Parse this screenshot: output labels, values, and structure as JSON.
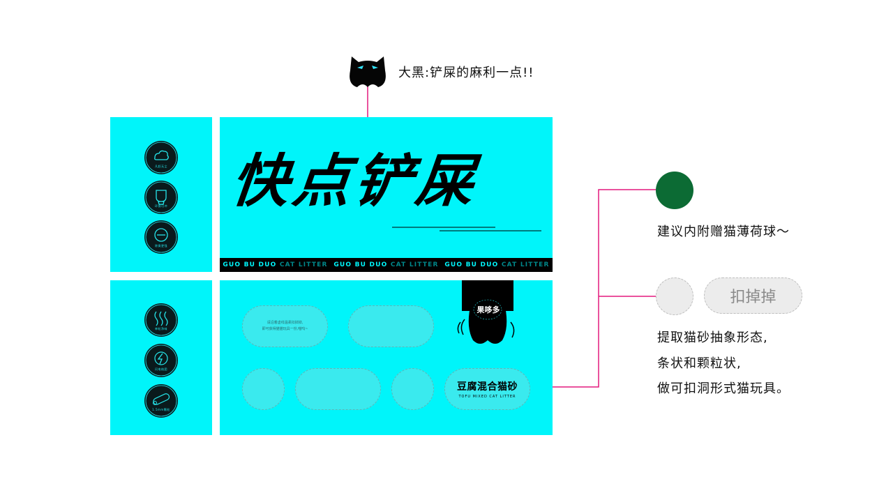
{
  "header": {
    "speaker_text": "大黑:铲屎的麻利一点!!"
  },
  "left_top_badges": [
    {
      "icon": "cloud-pet-icon",
      "label": "凡赶无尘"
    },
    {
      "icon": "toilet-icon",
      "label": "环保可冲"
    },
    {
      "icon": "deodorize-icon",
      "label": "除臭更强"
    }
  ],
  "left_bottom_badges": [
    {
      "icon": "odor-waves-icon",
      "label": "单粒净味"
    },
    {
      "icon": "lightning-clump-icon",
      "label": "闪电结团"
    },
    {
      "icon": "litter-bar-icon",
      "label": "1.5mm颗粒"
    }
  ],
  "main_panel": {
    "headline": "快点铲屎",
    "strip_items": [
      {
        "part1": "GUO BU DUO",
        "part2": "CAT LITTER"
      },
      {
        "part1": "GUO BU DUO",
        "part2": "CAT LITTER"
      },
      {
        "part1": "GUO BU DUO",
        "part2": "CAT LITTER"
      }
    ]
  },
  "lower_panel": {
    "pill_text_1": "请沿着虚线温柔扣掉掉,",
    "pill_text_2": "即可获得猫猫玩具一份,喵呜~",
    "brand_logo_text": "果哆多",
    "product_name": "豆腐混合猫砂",
    "product_sub": "TOFU MIXED CAT LITTER"
  },
  "right_notes": {
    "mint_note": "建议内附赠猫薄荷球～",
    "ghost_pill_label": "扣掉掉",
    "desc_line1": "提取猫砂抽象形态,",
    "desc_line2": "条状和颗粒状,",
    "desc_line3": "做可扣洞形式猫玩具。"
  },
  "colors": {
    "panel": "#00f5fa",
    "connector": "#e3187d",
    "mint_ball": "#0c6b34",
    "ink": "#000000"
  }
}
